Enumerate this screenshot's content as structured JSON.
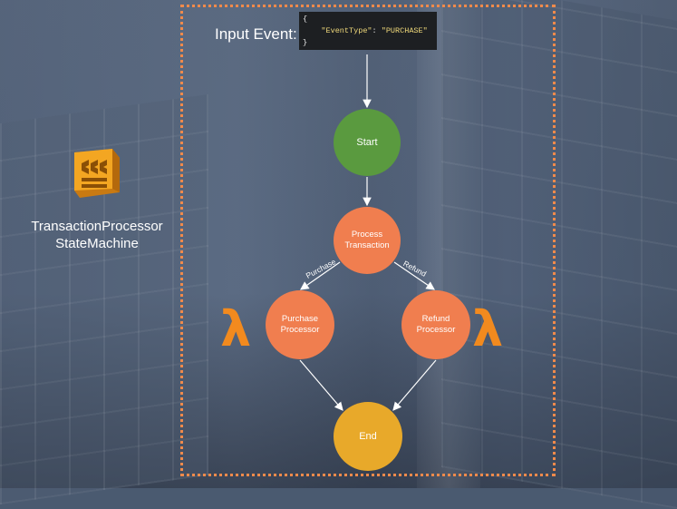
{
  "input_label": "Input Event:",
  "code": {
    "open": "{",
    "key": "\"EventType\"",
    "colon": ": ",
    "value": "\"PURCHASE\"",
    "close": "}"
  },
  "app": {
    "icon": "step-functions-icon",
    "name_line1": "TransactionProcessor",
    "name_line2": "StateMachine"
  },
  "nodes": {
    "start": "Start",
    "process_line1": "Process",
    "process_line2": "Transaction",
    "purchase_line1": "Purchase",
    "purchase_line2": "Processor",
    "refund_line1": "Refund",
    "refund_line2": "Processor",
    "end": "End"
  },
  "edges": {
    "purchase": "Purchase",
    "refund": "Refund"
  },
  "lambda": "λ",
  "colors": {
    "frame": "#f08a4b",
    "start": "#5a9a3f",
    "task": "#f07e4f",
    "end": "#e8a92a",
    "lambda": "#f28a1e"
  }
}
